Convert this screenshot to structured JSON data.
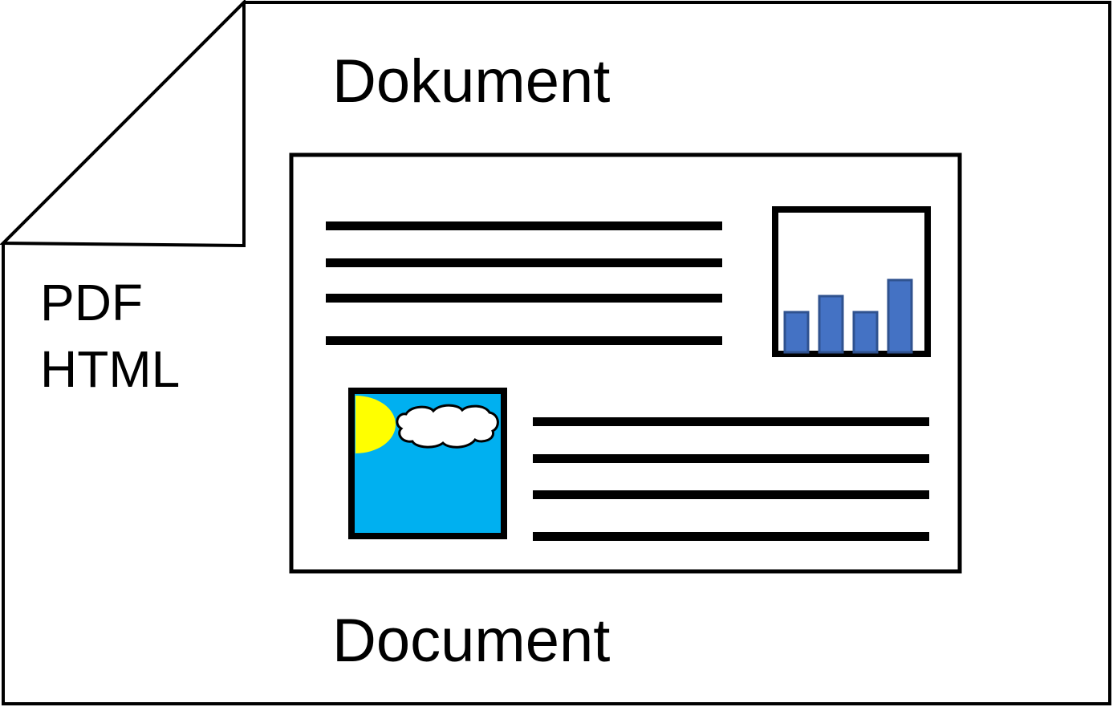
{
  "diagram": {
    "title_top": "Dokument",
    "title_bottom": "Document",
    "formats": [
      "PDF",
      "HTML"
    ],
    "icons": {
      "chart": "bar-chart-icon",
      "picture": "sky-picture-icon"
    },
    "mini_chart_values": [
      2.5,
      3.5,
      2.5,
      4.5
    ],
    "colors": {
      "stroke": "#000000",
      "bar_fill": "#4472C4",
      "bar_stroke": "#2F528F",
      "sky": "#00B0F0",
      "sun": "#FFFF00",
      "cloud": "#FFFFFF"
    }
  }
}
